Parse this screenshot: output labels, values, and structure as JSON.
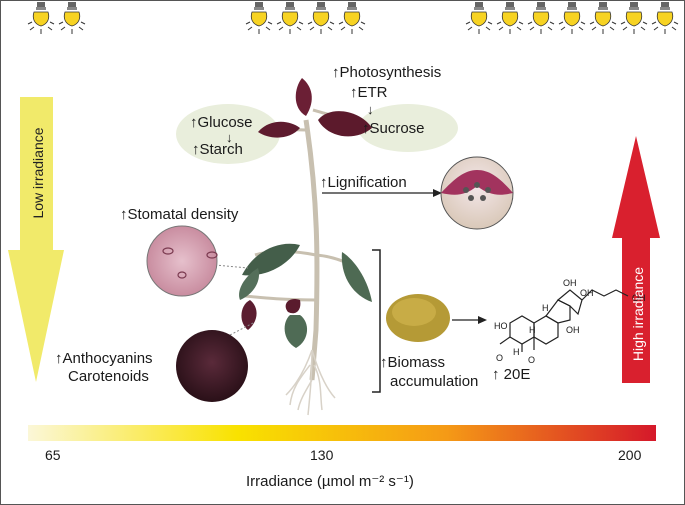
{
  "bulbs": {
    "low_count": 2,
    "mid_count": 4,
    "high_count": 7,
    "color": "#F7D323"
  },
  "labels": {
    "photosynthesis": "Photosynthesis",
    "etr": "ETR",
    "glucose": "Glucose",
    "starch": "Starch",
    "sucrose": "Sucrose",
    "lignification": "Lignification",
    "stomatal_density": "Stomatal density",
    "anthocyanins": "Anthocyanins",
    "carotenoids": "Carotenoids",
    "biomass": "Biomass",
    "accumulation": "accumulation",
    "ecdysone": "20E",
    "up_arrow": "↑"
  },
  "side_arrows": {
    "low": {
      "label": "Low irradiance",
      "color": "#F1EA6A"
    },
    "high": {
      "label": "High irradiance",
      "color": "#D9202E"
    }
  },
  "scale": {
    "ticks": [
      "65",
      "130",
      "200"
    ],
    "axis_label": "Irradiance (µmol m⁻² s⁻¹)",
    "gradient": [
      "#FBF7D8",
      "#F9E200",
      "#F59A16",
      "#D5182A"
    ]
  },
  "molecule": {
    "atoms": [
      "OH",
      "OH",
      "OH",
      "HO",
      "H",
      "OH",
      "H",
      "H",
      "O",
      "O"
    ]
  }
}
